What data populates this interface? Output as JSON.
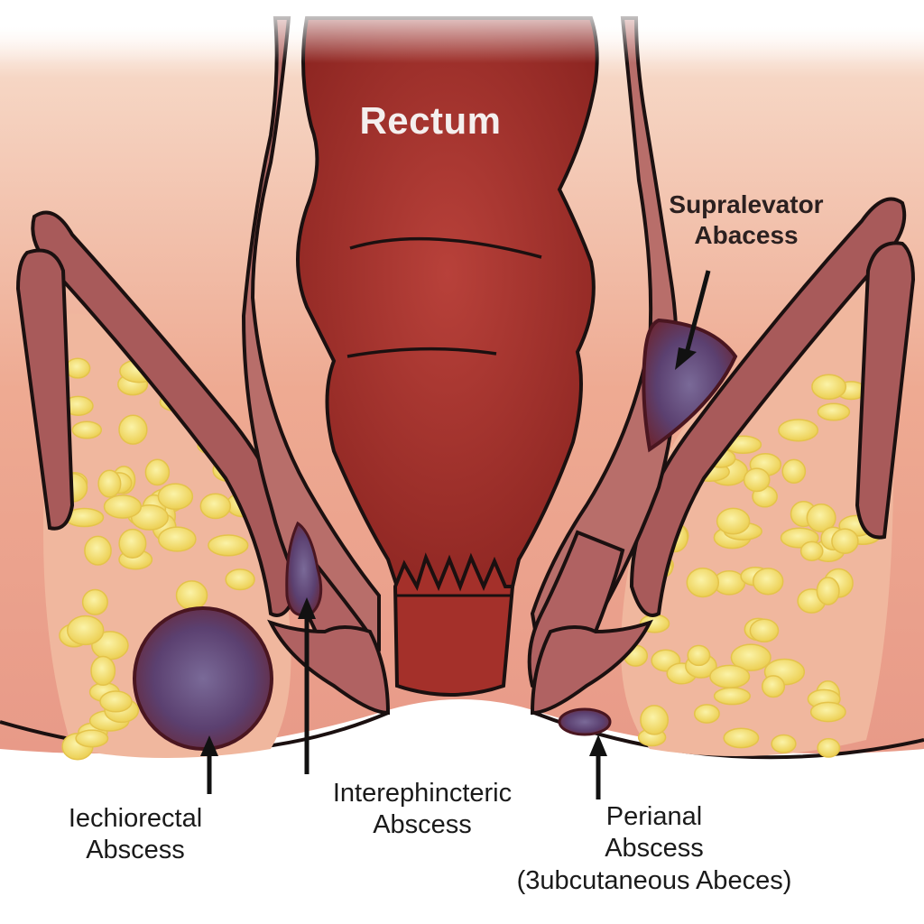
{
  "diagram": {
    "title": "Rectum",
    "labels": {
      "supralevator": [
        "Supralevator",
        "Abacess"
      ],
      "ischiorectal": [
        "Iechiorectal",
        "Abscess"
      ],
      "intersphincteric": [
        "Interephincteric",
        "Abscess"
      ],
      "perianal": [
        "Perianal",
        "Abscess",
        "(3ubcutaneous Abeces)"
      ]
    },
    "colors": {
      "skin": "#f1c2a8",
      "muscle": "#a85a5a",
      "rectum": "#a4302a",
      "fat": "#f2e07a",
      "abscess": "#6c4a78",
      "outline": "#1b1010"
    }
  }
}
